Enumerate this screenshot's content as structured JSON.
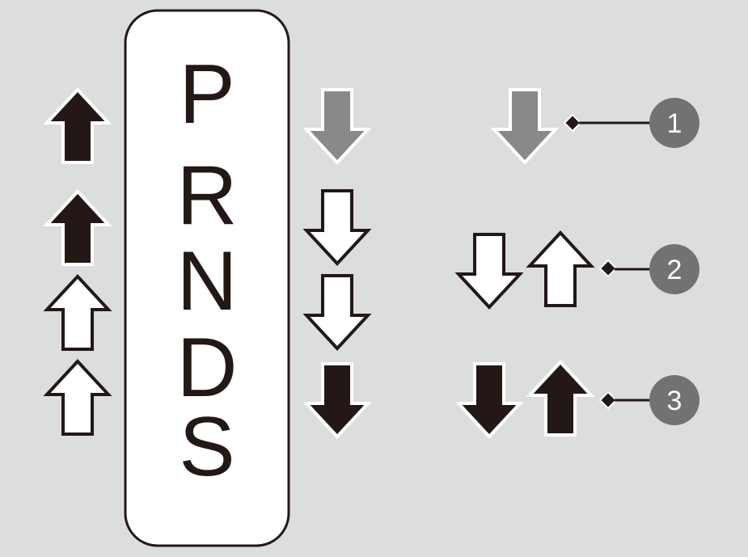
{
  "gear_positions": [
    "P",
    "R",
    "N",
    "D",
    "S"
  ],
  "left_arrows": [
    {
      "direction": "up",
      "style": "black"
    },
    {
      "direction": "up",
      "style": "black"
    },
    {
      "direction": "up",
      "style": "white"
    },
    {
      "direction": "up",
      "style": "white"
    }
  ],
  "right_arrows": [
    {
      "direction": "down",
      "style": "gray"
    },
    {
      "direction": "down",
      "style": "white"
    },
    {
      "direction": "down",
      "style": "white"
    },
    {
      "direction": "down",
      "style": "black"
    }
  ],
  "legend": [
    {
      "number": "1",
      "arrows": [
        {
          "direction": "down",
          "style": "gray"
        }
      ]
    },
    {
      "number": "2",
      "arrows": [
        {
          "direction": "down",
          "style": "white"
        },
        {
          "direction": "up",
          "style": "white"
        }
      ]
    },
    {
      "number": "3",
      "arrows": [
        {
          "direction": "down",
          "style": "black"
        },
        {
          "direction": "up",
          "style": "black"
        }
      ]
    }
  ],
  "colors": {
    "background": "#dcdedd",
    "black": "#231815",
    "gray": "#898989",
    "white": "#ffffff",
    "badge": "#727272"
  }
}
